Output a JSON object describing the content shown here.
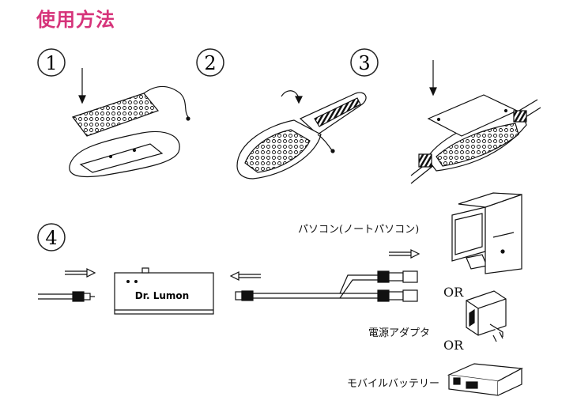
{
  "title": "使用方法",
  "steps": [
    {
      "number": "1"
    },
    {
      "number": "2"
    },
    {
      "number": "3"
    },
    {
      "number": "4"
    }
  ],
  "device_logo": "Dr. Lumon",
  "labels": {
    "pc": "パソコン(ノートパソコン)",
    "adapter": "電源アダプタ",
    "battery": "モバイルバッテリー",
    "or1": "OR",
    "or2": "OR"
  },
  "colors": {
    "title": "#d6337a",
    "line": "#111111"
  }
}
